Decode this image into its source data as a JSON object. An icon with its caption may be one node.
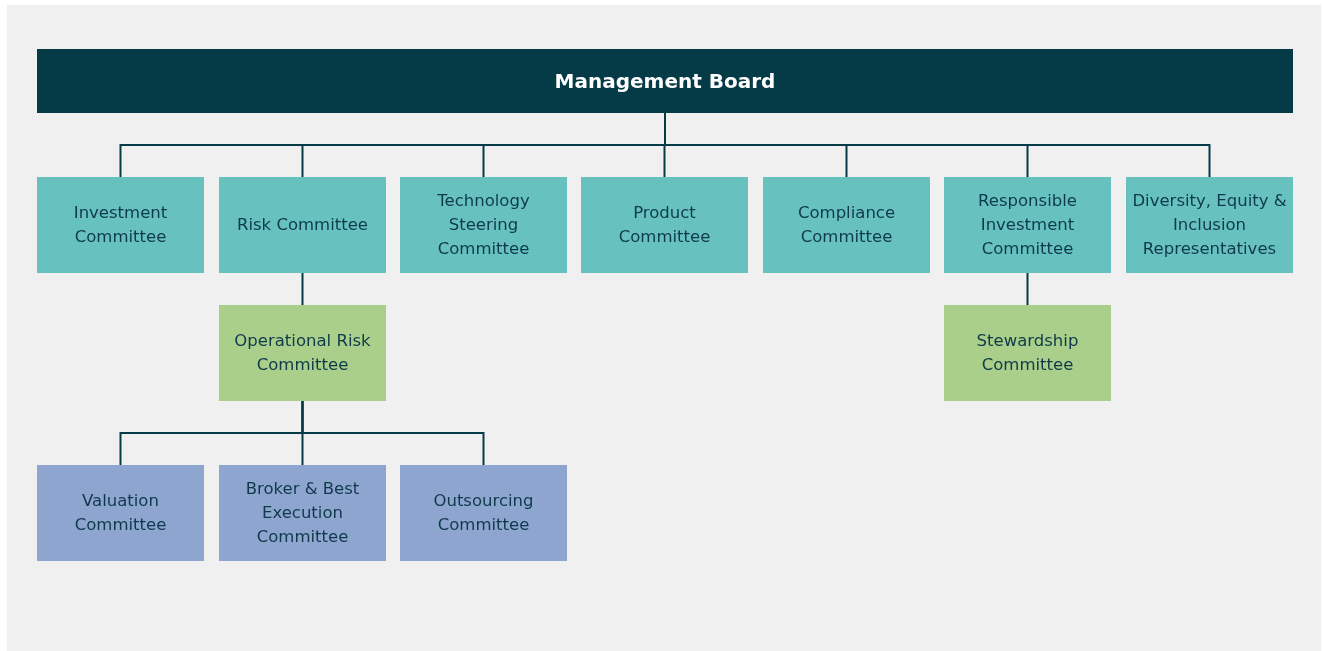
{
  "diagram": {
    "nodes": [
      {
        "text": [
          "Management Board"
        ]
      },
      {
        "text": [
          "Investment Committee"
        ]
      },
      {
        "text": [
          "Risk Committee"
        ]
      },
      {
        "text": [
          "Technology Steering Committee"
        ]
      },
      {
        "text": [
          "Product Committee"
        ]
      },
      {
        "text": [
          "Compliance Committee"
        ]
      },
      {
        "text": [
          "Responsible Investment Committee"
        ]
      },
      {
        "text": [
          "Diversity, Equity & Inclusion Representatives"
        ]
      },
      {
        "text": [
          "Operational Risk Committee"
        ]
      },
      {
        "text": [
          "Stewardship Committee"
        ]
      },
      {
        "text": [
          "Valuation Committee"
        ]
      },
      {
        "text": [
          "Broker & Best Execution Committee"
        ]
      },
      {
        "text": [
          "Outsourcing Committee"
        ]
      }
    ],
    "edges": [
      {
        "from": 0,
        "to": 1,
        "arrow": "none"
      },
      {
        "from": 0,
        "to": 2,
        "arrow": "none"
      },
      {
        "from": 0,
        "to": 3,
        "arrow": "none"
      },
      {
        "from": 0,
        "to": 4,
        "arrow": "none"
      },
      {
        "from": 0,
        "to": 5,
        "arrow": "none"
      },
      {
        "from": 0,
        "to": 6,
        "arrow": "none"
      },
      {
        "from": 0,
        "to": 7,
        "arrow": "none"
      },
      {
        "from": 2,
        "to": 8,
        "arrow": "none"
      },
      {
        "from": 6,
        "to": 9,
        "arrow": "none"
      },
      {
        "from": 8,
        "to": 10,
        "arrow": "none"
      },
      {
        "from": 8,
        "to": 11,
        "arrow": "none"
      },
      {
        "from": 8,
        "to": 12,
        "arrow": "none"
      }
    ]
  }
}
